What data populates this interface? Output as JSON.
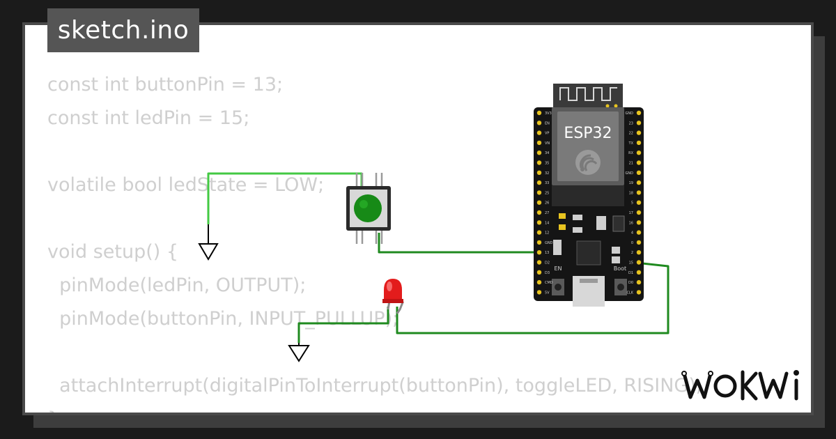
{
  "file": {
    "name": "sketch.ino"
  },
  "code_lines": [
    "const int buttonPin = 13;",
    "const int ledPin = 15;",
    "",
    "volatile bool ledState = LOW;",
    "",
    "void setup() {",
    "  pinMode(ledPin, OUTPUT);",
    "  pinMode(buttonPin, INPUT_PULLUP);",
    "",
    "  attachInterrupt(digitalPinToInterrupt(buttonPin), toggleLED, RISING);",
    "}"
  ],
  "board": {
    "chip_label": "ESP32",
    "en_label": "EN",
    "boot_label": "Boot",
    "left_pins": [
      "3V3",
      "EN",
      "VP",
      "VN",
      "34",
      "35",
      "32",
      "33",
      "25",
      "26",
      "27",
      "14",
      "12",
      "GND",
      "13",
      "D2",
      "D3",
      "CMD",
      "5V"
    ],
    "right_pins": [
      "GND",
      "23",
      "22",
      "TX",
      "RX",
      "21",
      "GND",
      "19",
      "18",
      "5",
      "17",
      "16",
      "4",
      "0",
      "2",
      "15",
      "D1",
      "D0",
      "CLK"
    ]
  },
  "colors": {
    "wire": "#1f8a1f",
    "wire_light": "#43c943",
    "button_cap": "#178a17",
    "led": "#e31c1c",
    "board": "#151515",
    "pin_pad": "#e8c420",
    "code_text": "#cfcfcf",
    "title_bg": "#555555"
  },
  "brand": {
    "name": "WOKWi"
  }
}
